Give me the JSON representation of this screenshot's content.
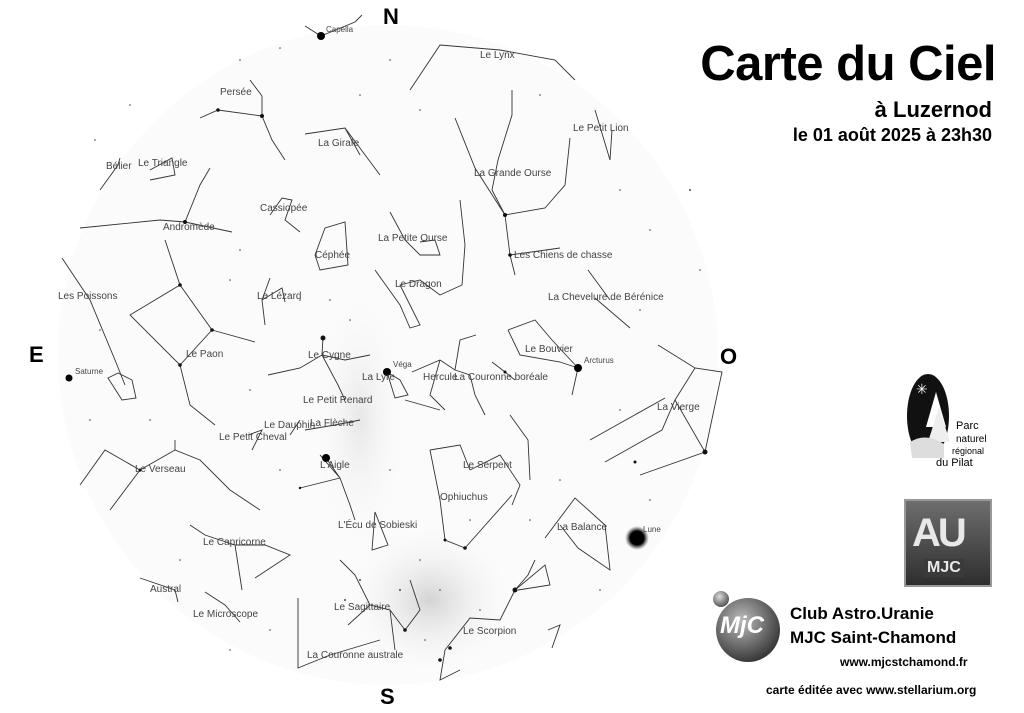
{
  "header": {
    "title": "Carte du Ciel",
    "location": "à Luzernod",
    "date": "le 01 août 2025 à 23h30"
  },
  "cardinals": {
    "north": "N",
    "south": "S",
    "east": "E",
    "west": "O"
  },
  "constellations": [
    "Le Lynx",
    "Persée",
    "Le Petit Lion",
    "La Girafe",
    "Le Triangle",
    "Bélier",
    "La Grande Ourse",
    "Cassiopée",
    "Andromède",
    "La Petite Ourse",
    "Les Chiens de chasse",
    "Céphée",
    "Le Dragon",
    "Les Poissons",
    "Le Lézard",
    "La Chevelure de Bérénice",
    "Le Paon",
    "Le Cygne",
    "Le Bouvier",
    "La Lyre",
    "Hercule",
    "La Couronne boréale",
    "Le Petit Renard",
    "La Vierge",
    "Le Dauphin",
    "La Flèche",
    "Le Petit Cheval",
    "Le Verseau",
    "L'Aigle",
    "Le Serpent",
    "Ophiuchus",
    "L'Écu de Sobieski",
    "La Balance",
    "Le Capricorne",
    "Austral",
    "Le Sagittaire",
    "Le Microscope",
    "Le Scorpion",
    "La Couronne australe"
  ],
  "bodies": [
    "Capella",
    "Véga",
    "Arcturus",
    "Saturne",
    "Lune"
  ],
  "footer": {
    "club_line1": "Club Astro.Uranie",
    "club_line2": "MJC Saint-Chamond",
    "website": "www.mjcstchamond.fr",
    "credit": "carte éditée avec www.stellarium.org"
  },
  "logos": {
    "pilat": [
      "Parc",
      "naturel",
      "régional",
      "du Pilat"
    ],
    "au_big": "AU",
    "au_small": "MJC",
    "mjc": "MjC"
  }
}
